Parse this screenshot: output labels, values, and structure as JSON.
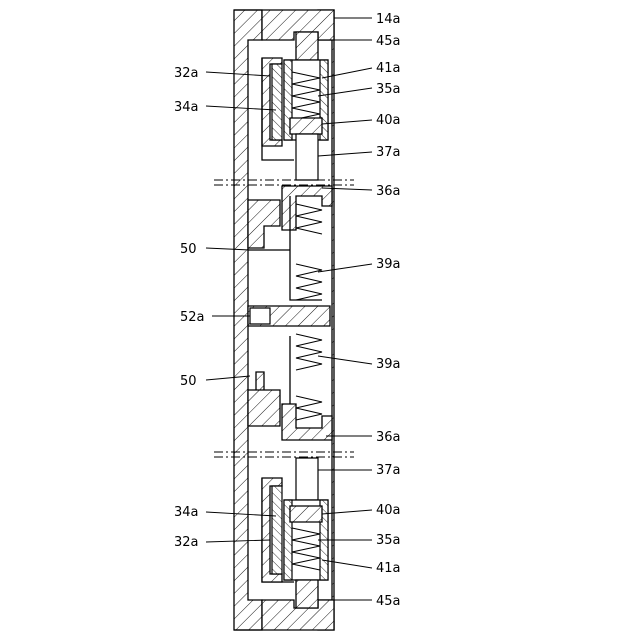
{
  "labels": {
    "l14a": "14a",
    "l45a_top": "45a",
    "l32a_top": "32a",
    "l41a_top": "41a",
    "l35a_top": "35a",
    "l34a_top": "34a",
    "l40a_top": "40a",
    "l37a_top": "37a",
    "l36a_top": "36a",
    "l50_top": "50",
    "l39a_top": "39a",
    "l52a": "52a",
    "l39a_bot": "39a",
    "l50_bot": "50",
    "l36a_bot": "36a",
    "l37a_bot": "37a",
    "l34a_bot": "34a",
    "l40a_bot": "40a",
    "l32a_bot": "32a",
    "l35a_bot": "35a",
    "l41a_bot": "41a",
    "l45a_bot": "45a"
  }
}
